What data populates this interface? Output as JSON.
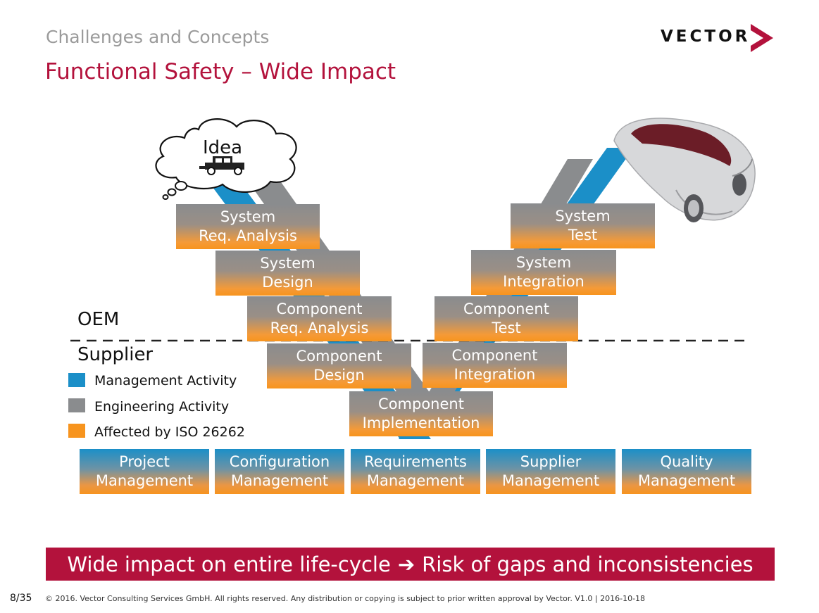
{
  "header": {
    "overline": "Challenges and Concepts",
    "title": "Functional Safety – Wide Impact",
    "logo_text": "VECTOR"
  },
  "diagram": {
    "idea_label": "Idea",
    "oem_label": "OEM",
    "supplier_label": "Supplier",
    "v_boxes": {
      "sys_req": [
        "System",
        "Req. Analysis"
      ],
      "sys_design": [
        "System",
        "Design"
      ],
      "comp_req": [
        "Component",
        "Req. Analysis"
      ],
      "comp_design": [
        "Component",
        "Design"
      ],
      "comp_impl": [
        "Component",
        "Implementation"
      ],
      "comp_integ": [
        "Component",
        "Integration"
      ],
      "comp_test": [
        "Component",
        "Test"
      ],
      "sys_integ": [
        "System",
        "Integration"
      ],
      "sys_test": [
        "System",
        "Test"
      ]
    },
    "mgmt_boxes": [
      [
        "Project",
        "Management"
      ],
      [
        "Configuration",
        "Management"
      ],
      [
        "Requirements",
        "Management"
      ],
      [
        "Supplier",
        "Management"
      ],
      [
        "Quality",
        "Management"
      ]
    ],
    "legend": [
      {
        "label": "Management Activity",
        "color": "#1b8fc8"
      },
      {
        "label": "Engineering Activity",
        "color": "#8a8c8e"
      },
      {
        "label": "Affected by ISO 26262",
        "color": "#f7941e"
      }
    ]
  },
  "banner": {
    "left": "Wide impact on entire life-cycle",
    "arrow": "➔",
    "right": "Risk of gaps and inconsistencies"
  },
  "footer": {
    "page": "8/35",
    "copyright": "© 2016. Vector Consulting Services GmbH. All rights reserved. Any distribution or copying is subject to prior written approval by Vector. V1.0 | 2016-10-18"
  },
  "colors": {
    "brand": "#b3123c",
    "management_blue": "#1b8fc8",
    "engineering_gray": "#8a8c8e",
    "iso_orange": "#f7941e"
  }
}
